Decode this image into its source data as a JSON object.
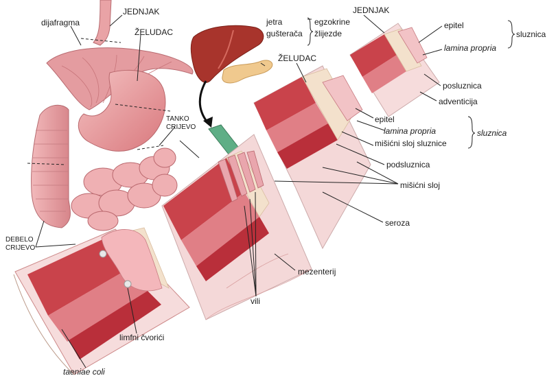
{
  "labels": {
    "dijafragma": "dijafragma",
    "jednjak_left": "JEDNJAK",
    "zeludac_left": "ŽELUDAC",
    "tanko_crijevo_line1": "TANKO",
    "tanko_crijevo_line2": "CRIJEVO",
    "debelo_crijevo_line1": "DEBELO",
    "debelo_crijevo_line2": "CRIJEVO",
    "jetra": "jetra",
    "gusteraca": "gušterača",
    "egzokrine": "egzokrine",
    "zlijezde": "žlijezde",
    "zeludac_mid": "ŽELUDAC",
    "jednjak_right": "JEDNJAK",
    "epitel_top": "epitel",
    "lamina_propria_top": "lamina propria",
    "sluznica_top": "sluznica",
    "posluznica": "posluznica",
    "adventicija": "adventicija",
    "epitel_mid": "epitel",
    "lamina_propria_mid": "lamina propria",
    "misicni_sloj_sluznice": "mišićni sloj sluznice",
    "sluznica_mid": "sluznica",
    "podsluznica": "podsluznica",
    "misicni_sloj": "mišićni sloj",
    "seroza": "seroza",
    "mezenterij": "mezenterij",
    "vili": "vili",
    "limfni_cvorici": "limfni čvorići",
    "taeniae_coli": "taeniae coli"
  },
  "colors": {
    "muscle_dark": "#c9434b",
    "muscle_mid": "#e07f86",
    "submucosa": "#f3e1cc",
    "mucosa": "#e9a6ad",
    "serosa": "#f6dcdc",
    "mesentery": "#f4d8d8",
    "liver": "#a8342c",
    "pancreas": "#f0c98e",
    "duct_green": "#5fae86",
    "stomach": "#eba3a6"
  }
}
